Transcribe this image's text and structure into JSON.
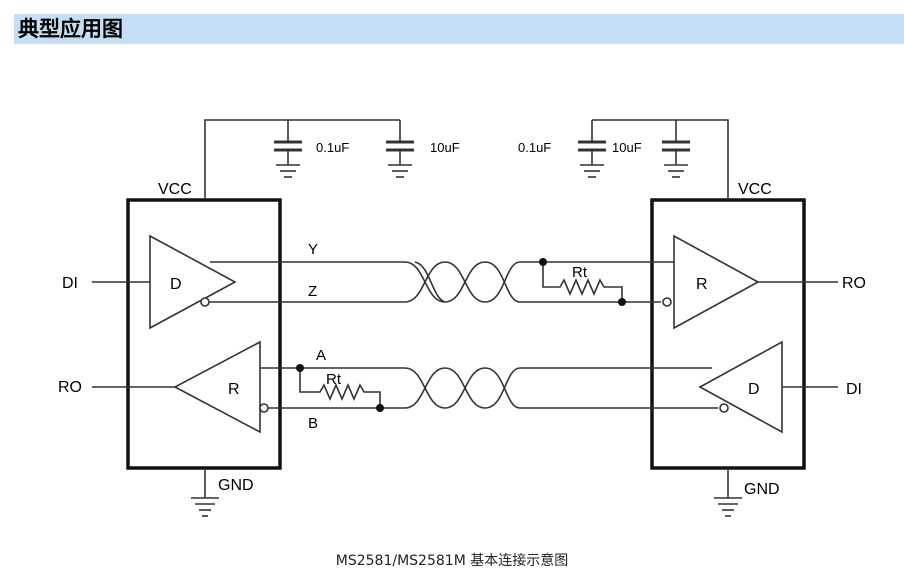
{
  "heading": "典型应用图",
  "labels": {
    "vcc": "VCC",
    "gnd": "GND",
    "di": "DI",
    "ro": "RO",
    "cap_small": "0.1uF",
    "cap_large": "10uF",
    "driver": "D",
    "receiver": "R",
    "rt": "Rt",
    "y": "Y",
    "z": "Z",
    "a": "A",
    "b": "B"
  },
  "caption": "MS2581/MS2581M 基本连接示意图"
}
